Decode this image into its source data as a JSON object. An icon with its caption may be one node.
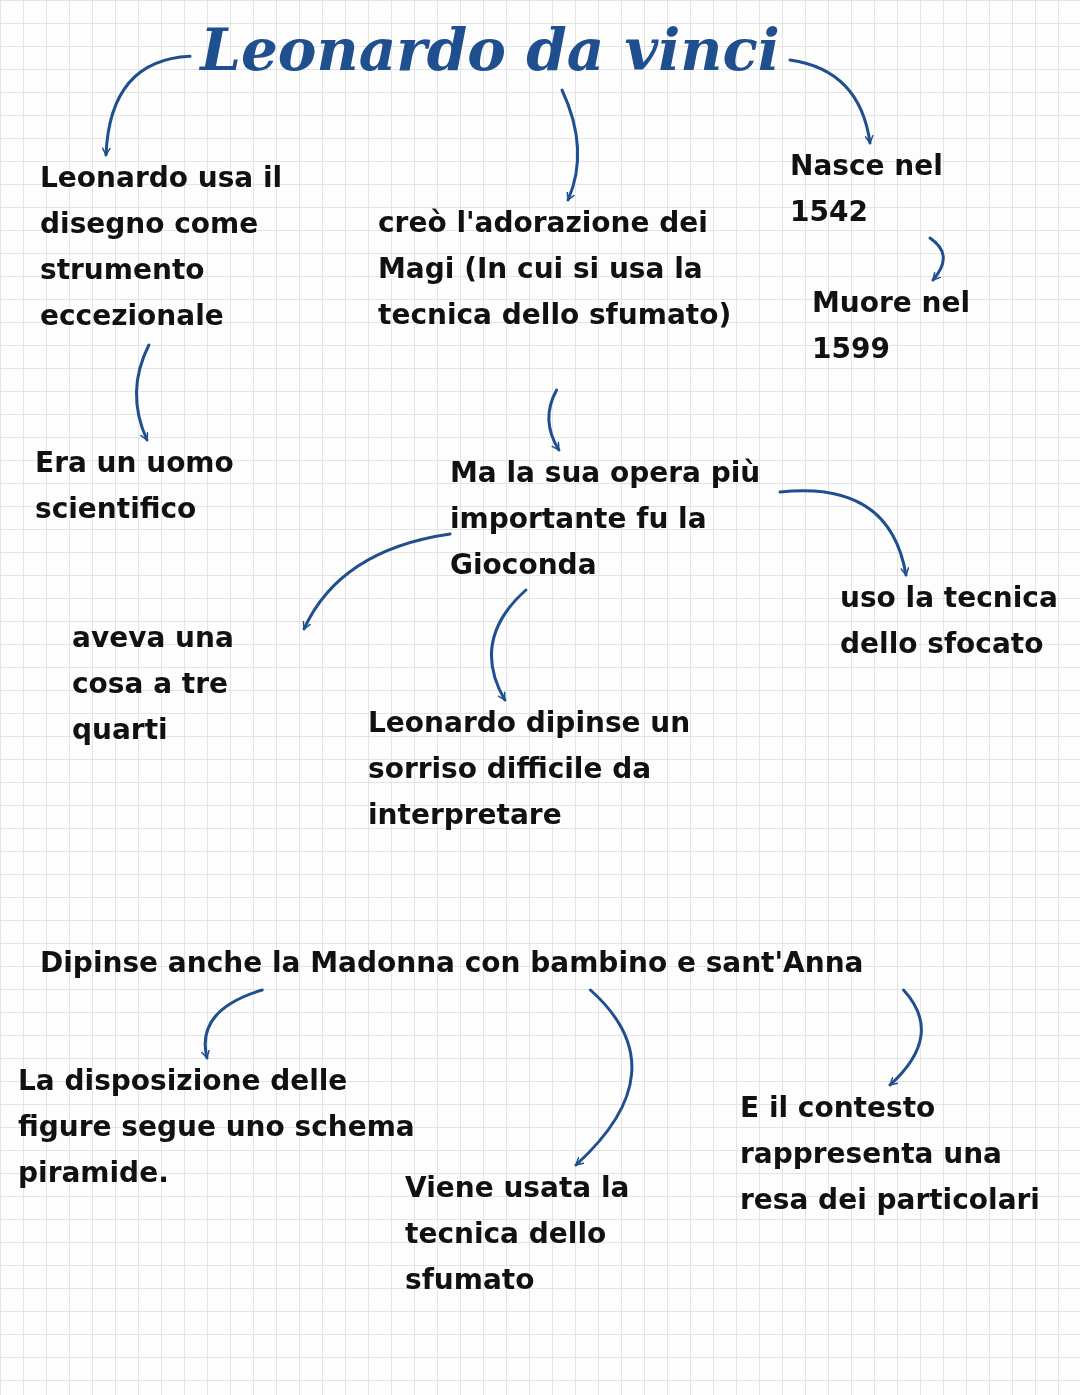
{
  "diagram": {
    "nodes": [
      {
        "text": [
          "Leonardo da vinci"
        ]
      },
      {
        "text": [
          "Leonardo usa il disegno come strumento eccezionale"
        ]
      },
      {
        "text": [
          "creò l'adorazione dei Magi (In cui si usa la tecnica dello sfumato)"
        ]
      },
      {
        "text": [
          "Nasce nel 1542"
        ]
      },
      {
        "text": [
          "Muore nel 1599"
        ]
      },
      {
        "text": [
          "Era un uomo scientifico"
        ]
      },
      {
        "text": [
          "Ma la sua opera più importante fu la Gioconda"
        ]
      },
      {
        "text": [
          "aveva una cosa a tre quarti"
        ]
      },
      {
        "text": [
          "Leonardo dipinse un sorriso difficile da interpretare"
        ]
      },
      {
        "text": [
          "uso la tecnica dello sfocato"
        ]
      },
      {
        "text": [
          "Dipinse anche la Madonna con bambino e sant'Anna"
        ]
      },
      {
        "text": [
          "La disposizione delle figure segue uno schema piramide."
        ]
      },
      {
        "text": [
          "Viene usata la tecnica dello sfumato"
        ]
      },
      {
        "text": [
          "E il contesto rappresenta una resa dei particolari"
        ]
      }
    ],
    "edges": [
      {
        "from": 0,
        "to": 1,
        "arrow": "to"
      },
      {
        "from": 0,
        "to": 2,
        "arrow": "to"
      },
      {
        "from": 0,
        "to": 3,
        "arrow": "to"
      },
      {
        "from": 3,
        "to": 4,
        "arrow": "to"
      },
      {
        "from": 1,
        "to": 5,
        "arrow": "to"
      },
      {
        "from": 2,
        "to": 6,
        "arrow": "to"
      },
      {
        "from": 6,
        "to": 7,
        "arrow": "to"
      },
      {
        "from": 6,
        "to": 8,
        "arrow": "to"
      },
      {
        "from": 6,
        "to": 9,
        "arrow": "to"
      },
      {
        "from": 10,
        "to": 11,
        "arrow": "to"
      },
      {
        "from": 10,
        "to": 12,
        "arrow": "to"
      },
      {
        "from": 10,
        "to": 13,
        "arrow": "to"
      }
    ]
  }
}
